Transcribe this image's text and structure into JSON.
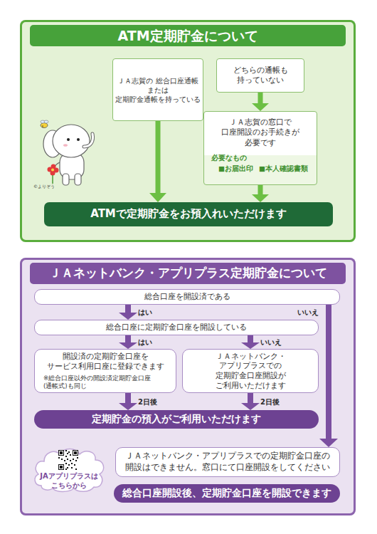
{
  "diagram": {
    "nodes": [
      {
        "text": [
          "ATM定期貯金について"
        ]
      },
      {
        "text": [
          "ＪＡ志賀の 総合口座通帳 または 定期貯金通帳を持っている"
        ],
        "in": 0
      },
      {
        "text": [
          "どちらの通帳も 持っていない"
        ],
        "in": 0
      },
      {
        "text": [
          "ＪＡ志賀の窓口で 口座開設のお手続きが 必要です",
          "必要なもの",
          "■お届出印",
          "■本人確認書類"
        ],
        "in": 0
      },
      {
        "text": [
          "ATMで定期貯金をお預入れいただけます"
        ],
        "in": 0
      },
      {
        "text": [
          "ＪＡネットバンク・アプリプラス定期貯金について"
        ]
      },
      {
        "text": [
          "総合口座を開設済である"
        ],
        "in": 5
      },
      {
        "text": [
          "総合口座に定期貯金口座を開設している"
        ],
        "in": 5
      },
      {
        "text": [
          "開設済の定期貯金口座を サービス利用口座に登録できます",
          "※総合口座以外の開設済定期貯金口座 (通帳式)も同じ"
        ],
        "in": 5
      },
      {
        "text": [
          "ＪＡネットバンク・アプリプラスでの 定期貯金口座開設が ご利用いただけます"
        ],
        "in": 5
      },
      {
        "text": [
          "定期貯金の預入がご利用いただけます"
        ],
        "in": 5
      },
      {
        "text": [
          "JAアプリプラスは こちらから"
        ],
        "in": 5
      },
      {
        "text": [
          "ＪＡネットバンク・アプリプラスでの定期貯金口座の 開設はできません。窓口にて口座開設をしてください"
        ],
        "in": 5
      },
      {
        "text": [
          "総合口座開設後、定期貯金口座を開設できます"
        ],
        "in": 5
      }
    ],
    "edges": [
      {
        "from": 1,
        "to": 4,
        "arrow": "to"
      },
      {
        "from": 2,
        "to": 3,
        "arrow": "to"
      },
      {
        "from": 3,
        "to": 4,
        "arrow": "to"
      },
      {
        "from": 6,
        "to": 7,
        "label": "はい",
        "arrow": "to"
      },
      {
        "from": 6,
        "to": 12,
        "label": "いいえ",
        "arrow": "to"
      },
      {
        "from": 7,
        "to": 8,
        "label": "はい",
        "arrow": "to"
      },
      {
        "from": 7,
        "to": 9,
        "label": "いいえ",
        "arrow": "to"
      },
      {
        "from": 8,
        "to": 10,
        "label": "2日後",
        "arrow": "to"
      },
      {
        "from": 9,
        "to": 10,
        "label": "2日後",
        "arrow": "to"
      }
    ],
    "labels": [
      "©よりぞう"
    ]
  }
}
